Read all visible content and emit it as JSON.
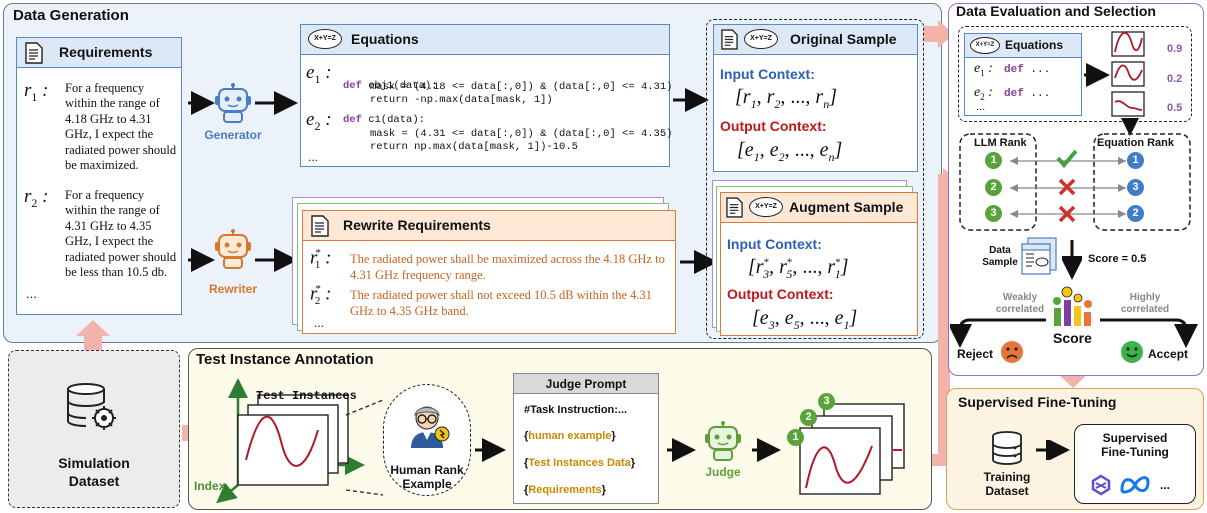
{
  "data_generation": {
    "title": "Data Generation",
    "requirements": {
      "title": "Requirements",
      "items": [
        {
          "sym": "r",
          "sub": "1",
          "text": "For a frequency within the range of 4.18 GHz to 4.31 GHz, I expect the radiated power should be maximized."
        },
        {
          "sym": "r",
          "sub": "2",
          "text": "For a frequency within the range of 4.31 GHz to 4.35 GHz, I expect the radiated power should be less than 10.5 db."
        }
      ],
      "ellipsis": "..."
    },
    "generator_label": "Generator",
    "rewriter_label": "Rewriter",
    "equations": {
      "title": "Equations",
      "icon_text": "X+Y=Z",
      "blocks": [
        {
          "sym": "e",
          "sub": "1",
          "kw": "def",
          "sig": " obj1(data):",
          "line2": "mask = (4.18 <= data[:,0]) & (data[:,0] <= 4.31)",
          "line3": "return -np.max(data[mask, 1])"
        },
        {
          "sym": "e",
          "sub": "2",
          "kw": "def",
          "sig": " c1(data):",
          "line2": "mask = (4.31 <= data[:,0]) & (data[:,0] <= 4.35)",
          "line3": "return np.max(data[mask, 1])-10.5"
        }
      ],
      "ellipsis": "..."
    },
    "rewrite": {
      "title": "Rewrite Requirements",
      "items": [
        {
          "sym": "r",
          "sub": "1",
          "sup": "*",
          "text": "The radiated power shall be maximized across the 4.18 GHz to 4.31 GHz frequency range."
        },
        {
          "sym": "r",
          "sub": "2",
          "sup": "*",
          "text": "The radiated power shall not exceed 10.5 dB within the 4.31 GHz to 4.35 GHz band."
        }
      ],
      "ellipsis": "..."
    },
    "original_sample": {
      "title": "Original Sample",
      "input_label": "Input Context:",
      "input_seq": [
        "r1",
        "r2",
        "...",
        "rn"
      ],
      "output_label": "Output Context:",
      "output_seq": [
        "e1",
        "e2",
        "...",
        "en"
      ]
    },
    "augment_sample": {
      "title": "Augment Sample",
      "input_label": "Input Context:",
      "input_seq": [
        "r3*",
        "r5*",
        "...",
        "r1*"
      ],
      "output_label": "Output Context:",
      "output_seq": [
        "e3",
        "e5",
        "...",
        "e1"
      ]
    }
  },
  "simulation": {
    "label_line1": "Simulation",
    "label_line2": "Dataset"
  },
  "test_annotation": {
    "title": "Test Instance Annotation",
    "test_instances_label": "Test Instances",
    "index_label": "Index",
    "human_label_line1": "Human Rank",
    "human_label_line2": "Example",
    "judge_prompt": {
      "title": "Judge Prompt",
      "task": "#Task Instruction:...",
      "lines": [
        "human example",
        "Test Instances Data",
        "Requirements"
      ]
    },
    "judge_label": "Judge",
    "rank_numbers": [
      "1",
      "2",
      "3"
    ]
  },
  "evaluation": {
    "title": "Data Evaluation and Selection",
    "equations_title": "Equations",
    "eq_rows": [
      {
        "sym": "e",
        "sub": "1",
        "kw": "def",
        "rest": " ..."
      },
      {
        "sym": "e",
        "sub": "2",
        "kw": "def",
        "rest": " ..."
      }
    ],
    "eq_ellipsis": "...",
    "scores": [
      "0.9",
      "0.2",
      "0.5"
    ],
    "llm_rank_label": "LLM Rank",
    "equation_rank_label": "Equation Rank",
    "llm_ranks": [
      "1",
      "2",
      "3"
    ],
    "eq_ranks": [
      "1",
      "3",
      "2"
    ],
    "data_sample_line1": "Data",
    "data_sample_line2": "Sample",
    "score_eq": "Score = 0.5",
    "score_label": "Score",
    "weakly": [
      "Weakly",
      "correlated"
    ],
    "highly": [
      "Highly",
      "correlated"
    ],
    "reject": "Reject",
    "accept": "Accept"
  },
  "sft": {
    "title": "Supervised Fine-Tuning",
    "training_line1": "Training",
    "training_line2": "Dataset",
    "box_line1": "Supervised",
    "box_line2": "Fine-Tuning",
    "ellipsis": "..."
  },
  "colors": {
    "blue": "#2f5fb5",
    "red": "#c0181a",
    "orange": "#c8641e",
    "green": "#43a047",
    "purple": "#8b3fa6"
  }
}
